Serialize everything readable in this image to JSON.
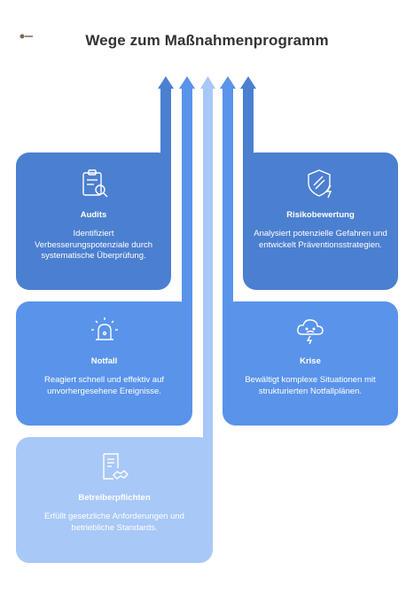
{
  "title": "Wege zum Maßnahmenprogramm",
  "logo_name": "logo-icon",
  "colors": {
    "title": "#333333",
    "dark_blue": "#4b7fd0",
    "mid_blue": "#5a93ea",
    "light_blue": "#9cc0f5",
    "lightest_blue": "#a8c8f7"
  },
  "cards": {
    "audits": {
      "label": "Audits",
      "desc": "Identifiziert Verbesserungspotenziale durch systematische Überprüfung.",
      "icon": "clipboard-search-icon"
    },
    "risiko": {
      "label": "Risikobewertung",
      "desc": "Analysiert potenzielle Gefahren und entwickelt Präventionsstrategien.",
      "icon": "shield-lightning-icon"
    },
    "notfall": {
      "label": "Notfall",
      "desc": "Reagiert schnell und effektiv auf unvorhergesehene Ereignisse.",
      "icon": "alarm-siren-icon"
    },
    "krise": {
      "label": "Krise",
      "desc": "Bewältigt komplexe Situationen mit strukturierten Notfallplänen.",
      "icon": "storm-cloud-icon"
    },
    "betreiber": {
      "label": "Betreiberpflichten",
      "desc": "Erfüllt gesetzliche Anforderungen und betriebliche Standards.",
      "icon": "document-handshake-icon"
    }
  }
}
